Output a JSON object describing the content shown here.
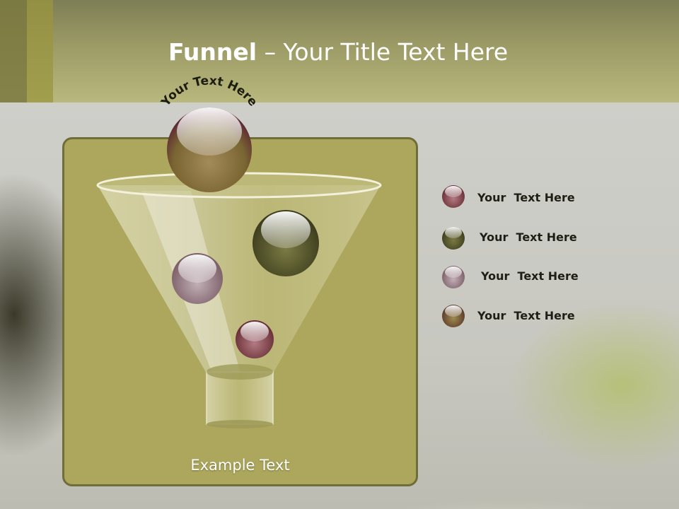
{
  "title": {
    "bold": "Funnel",
    "rest": " – Your Title Text Here"
  },
  "funnel": {
    "arc_text": "Your Text Here",
    "bottom_text": "Example Text"
  },
  "legend": [
    {
      "label": "Your  Text Here",
      "color": "#8a4a52"
    },
    {
      "label": "Your  Text Here",
      "color": "#55552a"
    },
    {
      "label": "Your  Text Here",
      "color": "#9a8890"
    },
    {
      "label": "Your  Text Here",
      "color": "#7a6a3a"
    }
  ]
}
